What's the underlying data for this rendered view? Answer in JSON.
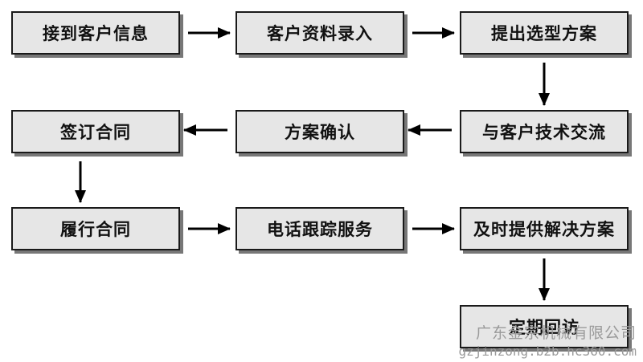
{
  "flowchart": {
    "steps": [
      {
        "id": "receive-info",
        "label": "接到客户信息"
      },
      {
        "id": "data-entry",
        "label": "客户资料录入"
      },
      {
        "id": "propose-selection",
        "label": "提出选型方案"
      },
      {
        "id": "tech-exchange",
        "label": "与客户技术交流"
      },
      {
        "id": "confirm-plan",
        "label": "方案确认"
      },
      {
        "id": "sign-contract",
        "label": "签订合同"
      },
      {
        "id": "fulfill-contract",
        "label": "履行合同"
      },
      {
        "id": "follow-up-service",
        "label": "电话跟踪服务"
      },
      {
        "id": "timely-solutions",
        "label": "及时提供解决方案"
      },
      {
        "id": "regular-visit",
        "label": "定期回访"
      }
    ],
    "edges": [
      [
        "receive-info",
        "data-entry"
      ],
      [
        "data-entry",
        "propose-selection"
      ],
      [
        "propose-selection",
        "tech-exchange"
      ],
      [
        "tech-exchange",
        "confirm-plan"
      ],
      [
        "confirm-plan",
        "sign-contract"
      ],
      [
        "sign-contract",
        "fulfill-contract"
      ],
      [
        "fulfill-contract",
        "follow-up-service"
      ],
      [
        "follow-up-service",
        "timely-solutions"
      ],
      [
        "timely-solutions",
        "regular-visit"
      ]
    ]
  },
  "watermark": {
    "company": "广东金宗机械有限公司",
    "url": "gzjinzong.b2b.hc360.com"
  },
  "colors": {
    "box_fill": "#e6e6e6",
    "box_border": "#1a1a1a",
    "arrow": "#000000",
    "watermark": "#9a9a9a"
  }
}
